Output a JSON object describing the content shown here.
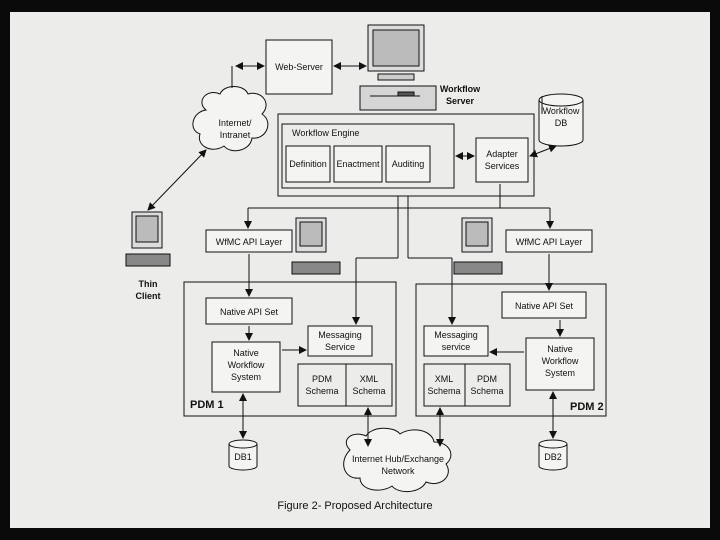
{
  "diagram": {
    "caption": "Figure 2- Proposed Architecture",
    "web_server": "Web-Server",
    "internet_cloud": [
      "Internet/",
      "Intranet"
    ],
    "workflow_server": [
      "Workflow",
      "Server"
    ],
    "workflow_db": [
      "Workflow",
      "DB"
    ],
    "workflow_engine": "Workflow Engine",
    "engine_modules": [
      "Definition",
      "Enactment",
      "Auditing"
    ],
    "adapter_services": [
      "Adapter",
      "Services"
    ],
    "thin_client": [
      "Thin",
      "Client"
    ],
    "pdm1": {
      "api_layer": "WfMC API Layer",
      "native_api": "Native API Set",
      "native_workflow": [
        "Native",
        "Workflow",
        "System"
      ],
      "messaging": [
        "Messaging",
        "Service"
      ],
      "schema_a": [
        "PDM",
        "Schema"
      ],
      "schema_b": [
        "XML",
        "Schema"
      ],
      "label": "PDM 1",
      "db": "DB1"
    },
    "pdm2": {
      "api_layer": "WfMC API Layer",
      "native_api": "Native API Set",
      "native_workflow": [
        "Native",
        "Workflow",
        "System"
      ],
      "messaging": [
        "Messaging",
        "service"
      ],
      "schema_a": [
        "XML",
        "Schema"
      ],
      "schema_b": [
        "PDM",
        "Schema"
      ],
      "label": "PDM 2",
      "db": "DB2"
    },
    "hub_cloud": [
      "Internet Hub/Exchange",
      "Network"
    ]
  }
}
